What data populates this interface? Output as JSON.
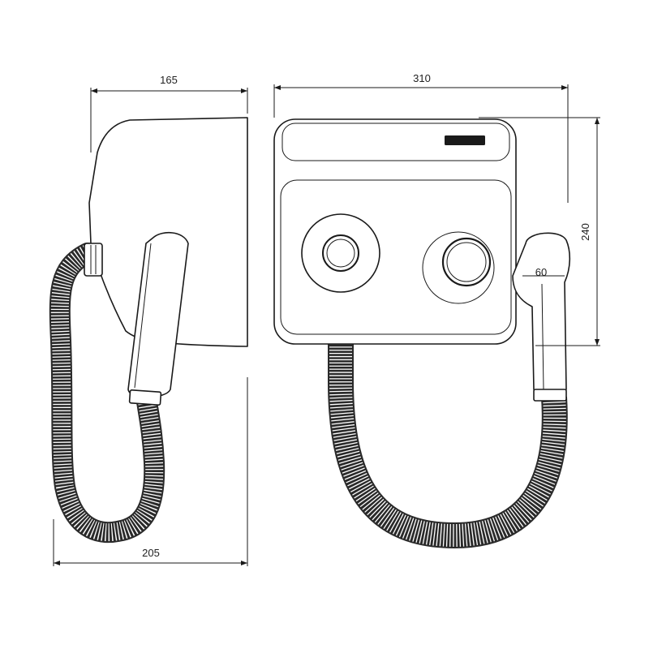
{
  "dimensions": {
    "side_depth": "165",
    "side_total_depth": "205",
    "front_width": "310",
    "front_height": "240",
    "handle_width": "60"
  },
  "badge": {
    "color": "#1a1a1a"
  },
  "line_color": "#1a1a1a",
  "hose_color": "#2a2a2a"
}
